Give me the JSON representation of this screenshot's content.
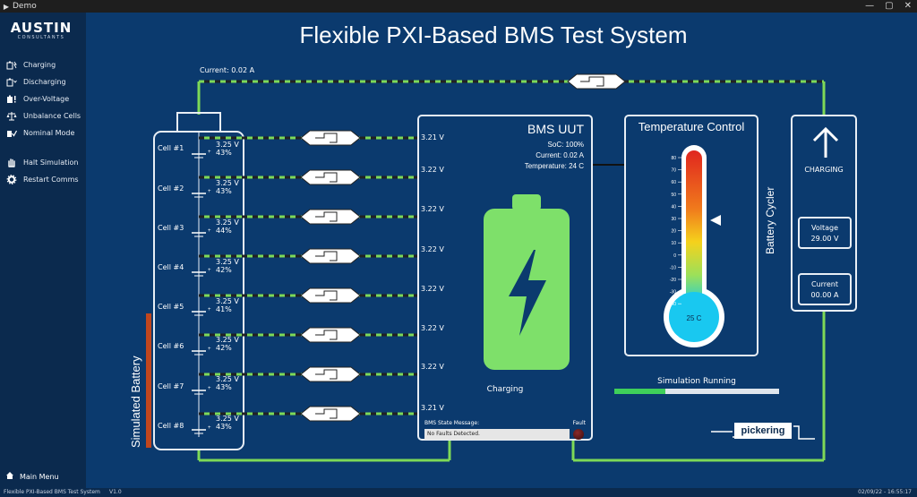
{
  "window": {
    "title": "Demo",
    "controls": [
      "—",
      "▢",
      "✕"
    ]
  },
  "logo": {
    "name": "AUSTIN",
    "sub": "CONSULTANTS"
  },
  "sidebar": {
    "items": [
      {
        "label": "Charging",
        "icon": "battery-charging-icon"
      },
      {
        "label": "Discharging",
        "icon": "battery-discharging-icon"
      },
      {
        "label": "Over-Voltage",
        "icon": "over-voltage-icon"
      },
      {
        "label": "Unbalance Cells",
        "icon": "balance-icon"
      },
      {
        "label": "Nominal Mode",
        "icon": "check-icon"
      },
      {
        "label": "Halt Simulation",
        "icon": "hand-icon"
      },
      {
        "label": "Restart Comms",
        "icon": "gear-icon"
      }
    ],
    "main_menu": "Main Menu"
  },
  "page_title": "Flexible PXI-Based BMS Test System",
  "current_readout": "Current: 0.02 A",
  "simulated_battery": {
    "label": "Simulated Battery",
    "cells": [
      {
        "name": "Cell #1",
        "voltage": "3.25 V",
        "soc": "43%"
      },
      {
        "name": "Cell #2",
        "voltage": "3.25 V",
        "soc": "43%"
      },
      {
        "name": "Cell #3",
        "voltage": "3.25 V",
        "soc": "44%"
      },
      {
        "name": "Cell #4",
        "voltage": "3.25 V",
        "soc": "42%"
      },
      {
        "name": "Cell #5",
        "voltage": "3.25 V",
        "soc": "41%"
      },
      {
        "name": "Cell #6",
        "voltage": "3.25 V",
        "soc": "42%"
      },
      {
        "name": "Cell #7",
        "voltage": "3.25 V",
        "soc": "43%"
      },
      {
        "name": "Cell #8",
        "voltage": "3.25 V",
        "soc": "43%"
      }
    ]
  },
  "measured_voltages": [
    "3.21 V",
    "3.22 V",
    "3.22 V",
    "3.22 V",
    "3.22 V",
    "3.22 V",
    "3.22 V",
    "3.21 V"
  ],
  "bms": {
    "title": "BMS UUT",
    "soc": "SoC: 100%",
    "current": "Current: 0.02 A",
    "temperature": "Temperature: 24 C",
    "state": "Charging",
    "message_label": "BMS State Message:",
    "message": "No Faults Detected.",
    "fault_label": "Fault"
  },
  "temperature_control": {
    "title": "Temperature Control",
    "reading": "25 C",
    "scale": [
      "80",
      "70",
      "60",
      "50",
      "40",
      "30",
      "20",
      "10",
      "0",
      "-10",
      "-20",
      "-30",
      "-40"
    ]
  },
  "battery_cycler": {
    "label": "Battery Cycler",
    "state": "CHARGING",
    "voltage_label": "Voltage",
    "voltage": "29.00 V",
    "current_label": "Current",
    "current": "00.00 A"
  },
  "simulation": {
    "status": "Simulation Running",
    "progress": 0.31
  },
  "brand": "pickering",
  "statusbar": {
    "app": "Flexible PXI-Based BMS Test System",
    "version": "V1.0",
    "datetime": "02/09/22 - 16:55:17"
  },
  "colors": {
    "wire_green": "#7ed957",
    "battery_green": "#7ee06a",
    "background": "#0b3a6e"
  }
}
